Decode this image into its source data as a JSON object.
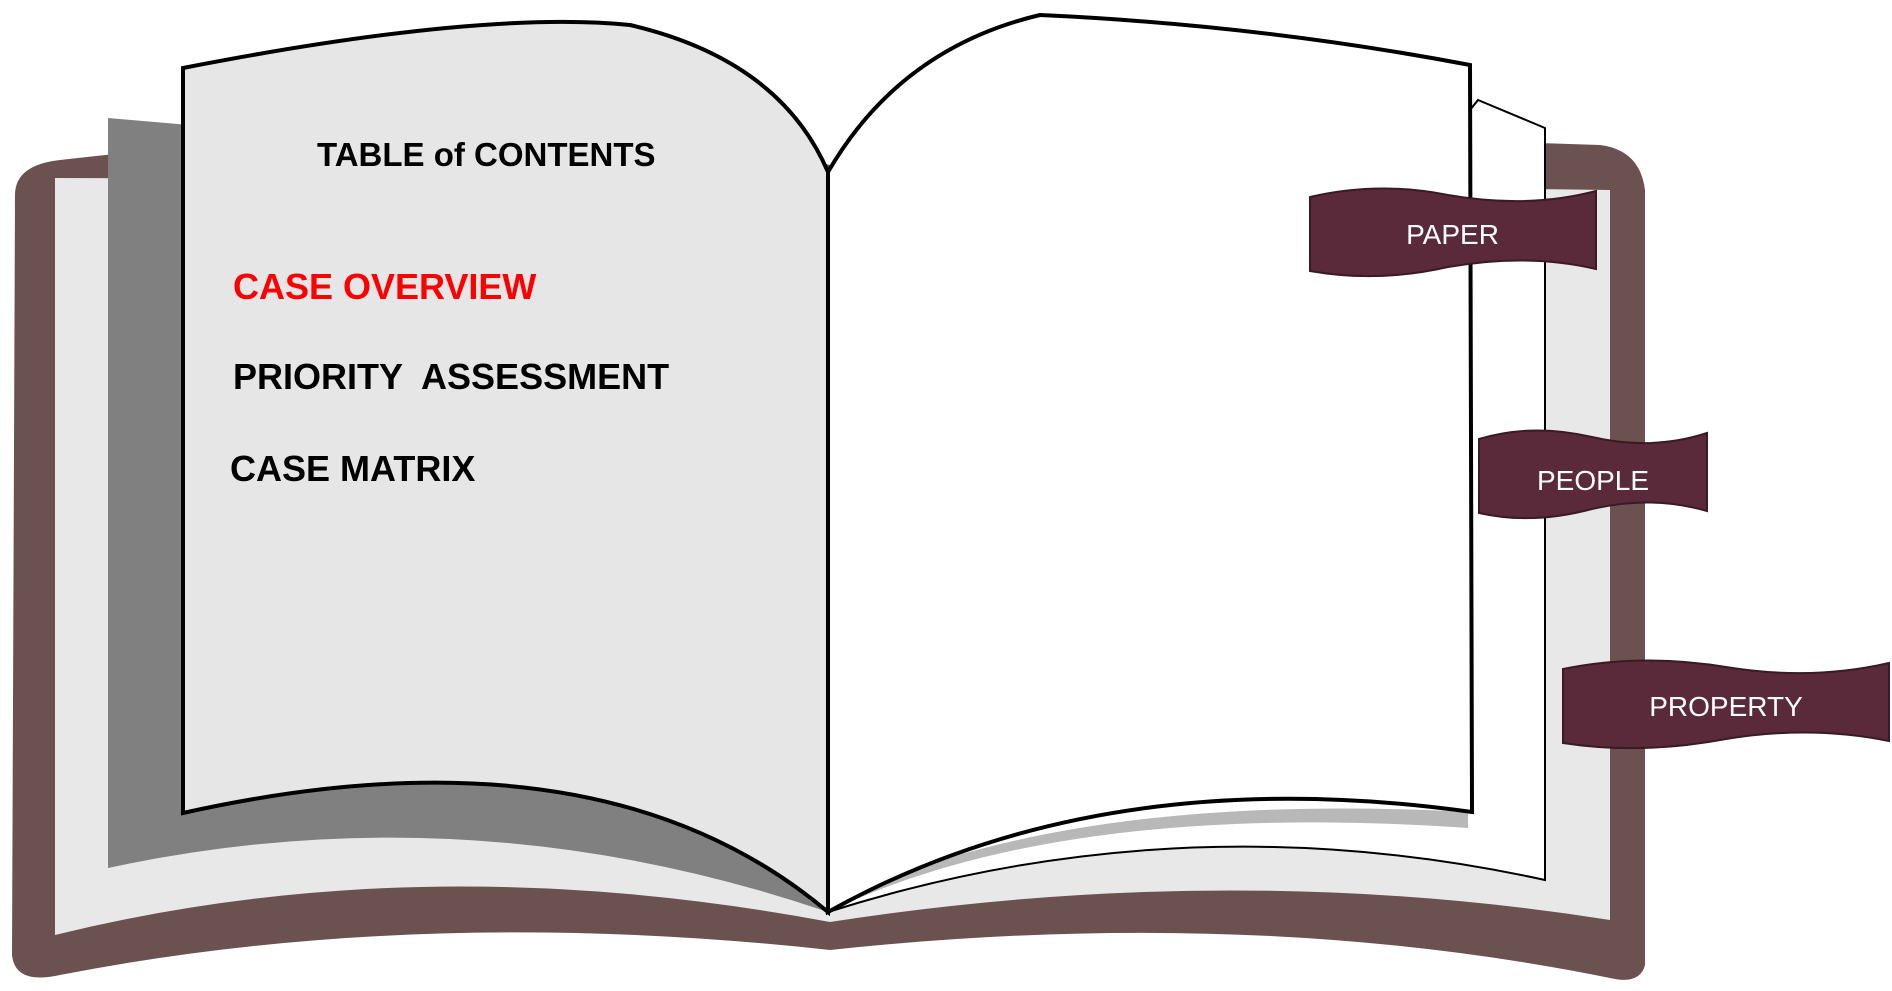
{
  "toc": {
    "heading": "TABLE of CONTENTS",
    "items": [
      {
        "label": "CASE OVERVIEW",
        "active": true
      },
      {
        "label": "PRIORITY  ASSESSMENT",
        "active": false
      },
      {
        "label": "CASE MATRIX",
        "active": false
      }
    ]
  },
  "tabs": [
    {
      "label": "PAPER"
    },
    {
      "label": "PEOPLE"
    },
    {
      "label": "PROPERTY"
    }
  ],
  "colors": {
    "cover": "#6b5251",
    "tab": "#5a2a3a",
    "left_page": "#e6e6e6",
    "page_shadow": "#808080",
    "active_item": "#ff0000"
  }
}
